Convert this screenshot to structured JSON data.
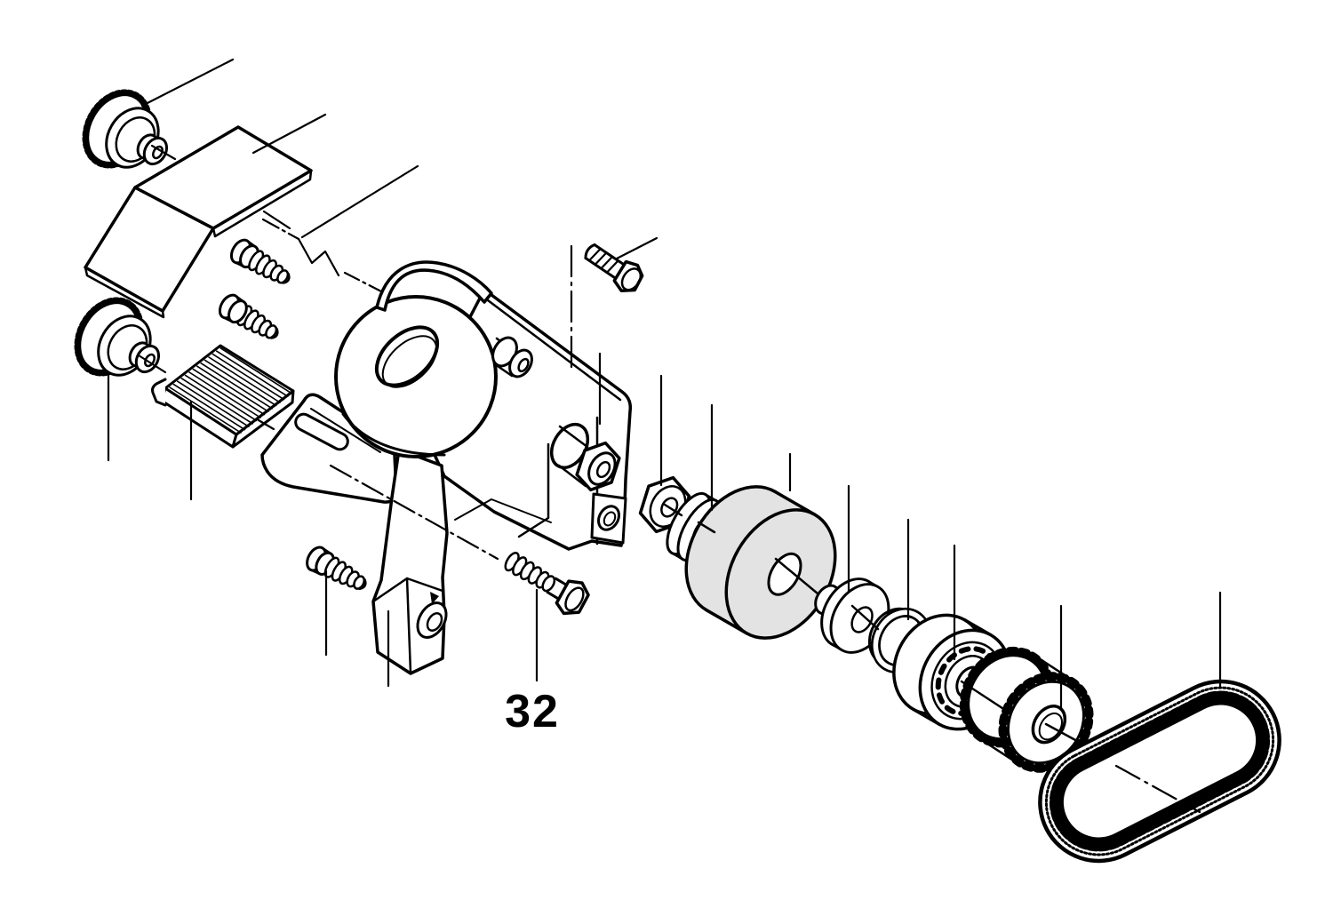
{
  "diagram": {
    "type": "exploded-parts-diagram",
    "background_color": "#ffffff",
    "line_color": "#000000",
    "roller_fill_color": "#e3e3e3",
    "callout": {
      "label": "32"
    },
    "parts": [
      {
        "name": "knob-upper"
      },
      {
        "name": "cover-plate"
      },
      {
        "name": "screw-upper"
      },
      {
        "name": "screw-lower"
      },
      {
        "name": "knob-lower"
      },
      {
        "name": "grip-pad"
      },
      {
        "name": "housing-bracket"
      },
      {
        "name": "hex-bolt-short"
      },
      {
        "name": "front-screw"
      },
      {
        "name": "hex-bolt-long",
        "callout": "32"
      },
      {
        "name": "hex-nut"
      },
      {
        "name": "washer-small"
      },
      {
        "name": "roller-pulley"
      },
      {
        "name": "flange-washer"
      },
      {
        "name": "retaining-clip"
      },
      {
        "name": "ball-bearing"
      },
      {
        "name": "toothed-pulley"
      },
      {
        "name": "timing-belt"
      }
    ]
  }
}
